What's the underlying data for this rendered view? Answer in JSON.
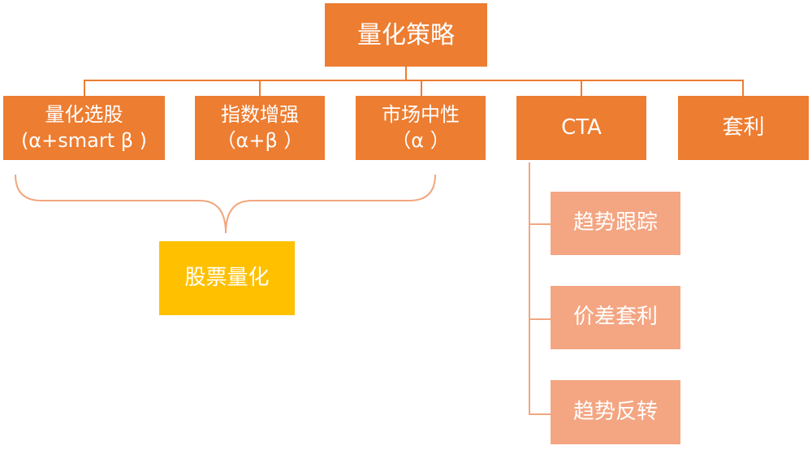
{
  "diagram": {
    "root": {
      "label": "量化策略"
    },
    "categories": [
      {
        "label": "量化选股",
        "sub": "(α+smart β )"
      },
      {
        "label": "指数增强",
        "sub": "（α+β ）"
      },
      {
        "label": "市场中性",
        "sub": "（α ）"
      },
      {
        "label": "CTA",
        "sub": ""
      },
      {
        "label": "套利",
        "sub": ""
      }
    ],
    "group": {
      "label": "股票量化"
    },
    "cta_children": [
      {
        "label": "趋势跟踪"
      },
      {
        "label": "价差套利"
      },
      {
        "label": "趋势反转"
      }
    ]
  },
  "colors": {
    "primary": "#ED7D31",
    "secondary": "#F4A582",
    "highlight": "#FFC000",
    "connector": "#ED7D31",
    "text": "#FFFFFF"
  }
}
